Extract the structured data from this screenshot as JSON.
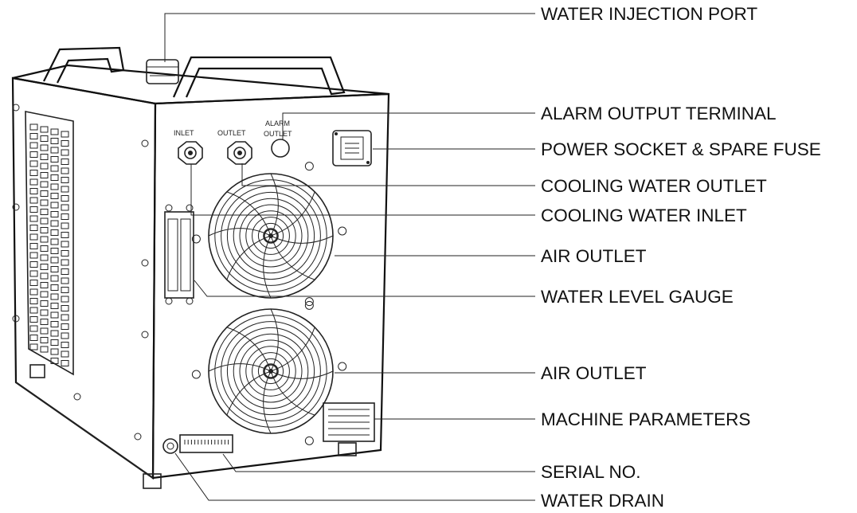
{
  "panel_labels": {
    "inlet": "INLET",
    "outlet": "OUTLET",
    "alarm_line1": "ALARM",
    "alarm_line2": "OUTLET"
  },
  "callouts": [
    {
      "id": "water-injection-port",
      "text": "WATER INJECTION PORT"
    },
    {
      "id": "alarm-output-terminal",
      "text": "ALARM OUTPUT TERMINAL"
    },
    {
      "id": "power-socket-spare-fuse",
      "text": "POWER SOCKET & SPARE FUSE"
    },
    {
      "id": "cooling-water-outlet",
      "text": "COOLING WATER OUTLET"
    },
    {
      "id": "cooling-water-inlet",
      "text": "COOLING WATER INLET"
    },
    {
      "id": "air-outlet-upper",
      "text": "AIR OUTLET"
    },
    {
      "id": "water-level-gauge",
      "text": "WATER LEVEL GAUGE"
    },
    {
      "id": "air-outlet-lower",
      "text": "AIR OUTLET"
    },
    {
      "id": "machine-parameters",
      "text": "MACHINE PARAMETERS"
    },
    {
      "id": "serial-no",
      "text": "SERIAL NO."
    },
    {
      "id": "water-drain",
      "text": "WATER DRAIN"
    }
  ]
}
